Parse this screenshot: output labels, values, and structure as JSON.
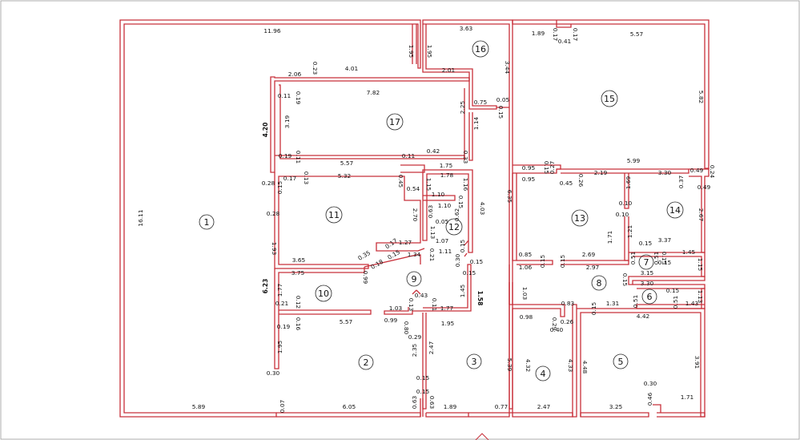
{
  "rooms": [
    {
      "id": "r1",
      "label": "1"
    },
    {
      "id": "r2",
      "label": "2"
    },
    {
      "id": "r3",
      "label": "3"
    },
    {
      "id": "r4",
      "label": "4"
    },
    {
      "id": "r5",
      "label": "5"
    },
    {
      "id": "r6",
      "label": "6"
    },
    {
      "id": "r7",
      "label": "7"
    },
    {
      "id": "r8",
      "label": "8"
    },
    {
      "id": "r9",
      "label": "9"
    },
    {
      "id": "r10",
      "label": "10"
    },
    {
      "id": "r11",
      "label": "11"
    },
    {
      "id": "r12",
      "label": "12"
    },
    {
      "id": "r13",
      "label": "13"
    },
    {
      "id": "r14",
      "label": "14"
    },
    {
      "id": "r15",
      "label": "15"
    },
    {
      "id": "r16",
      "label": "16"
    },
    {
      "id": "r17",
      "label": "17"
    }
  ],
  "dimensions": {
    "d_11_96": "11.96",
    "d_16_11": "16.11",
    "d_5_89": "5.89",
    "d_0_07": "0.07",
    "d_6_05": "6.05",
    "d_0_63a": "0.63",
    "d_0_63b": "0.63",
    "d_1_89b": "1.89",
    "d_0_77": "0.77",
    "d_2_47b": "2.47",
    "d_3_25": "3.25",
    "d_0_46": "0.46",
    "d_1_71b": "1.71",
    "d_0_30b": "0.30",
    "d_3_91": "3.91",
    "d_4_42": "4.42",
    "d_1_43": "1.43",
    "d_1_13": "1.13",
    "d_1_31": "1.31",
    "d_0_51a": "0.51",
    "d_0_15c": "0.15",
    "d_0_51b": "0.51",
    "d_3_30b": "3.30",
    "d_3_15": "3.15",
    "d_0_51c": "0.51",
    "d_0_51d": "0.51",
    "d_1_15": "1.15",
    "d_1_45": "1.45",
    "d_3_37": "3.37",
    "d_2_67": "2.67",
    "d_0_49a": "0.49",
    "d_0_49b": "0.49",
    "d_0_37": "0.37",
    "d_0_24": "0.24",
    "d_3_30a": "3.30",
    "d_5_99": "5.99",
    "d_5_82": "5.82",
    "d_5_57b": "5.57",
    "d_1_89a": "1.89",
    "d_0_17b": "0.17",
    "d_0_41": "0.41",
    "d_0_17c": "0.17",
    "d_3_63": "3.63",
    "d_1_95a": "1.95",
    "d_1_95b": "1.95",
    "d_2_01": "2.01",
    "d_3_44": "3.44",
    "d_0_75": "0.75",
    "d_0_05a": "0.05",
    "d_0_15a": "0.15",
    "d_2_25": "2.25",
    "d_1_14": "1.14",
    "d_4_01": "4.01",
    "d_2_06": "2.06",
    "d_0_23": "0.23",
    "d_7_82": "7.82",
    "d_0_11a": "0.11",
    "d_0_19a": "0.19",
    "d_3_19": "3.19",
    "d_4_20": "4.20",
    "d_0_19b": "0.19",
    "d_0_11b": "0.11",
    "d_5_57a": "5.57",
    "d_0_11c": "0.11",
    "d_0_42": "0.42",
    "d_0_33": "0.33",
    "d_1_75": "1.75",
    "d_0_28a": "0.28",
    "d_0_15b": "0.15",
    "d_0_17a": "0.17",
    "d_0_13": "0.13",
    "d_5_32": "5.32",
    "d_0_45a": "0.45",
    "d_0_54": "0.54",
    "d_1_78": "1.78",
    "d_1_15a": "1.15",
    "d_1_16": "1.16",
    "d_4_03": "4.03",
    "d_1_10a": "1.10",
    "d_1_10b": "1.10",
    "d_0_15d": "0.15",
    "d_0_63c": "0.63",
    "d_0_62": "0.62",
    "d_2_70": "2.70",
    "d_1_13a": "1.13",
    "d_0_05b": "0.05",
    "d_0_28b": "0.28",
    "d_1_93": "1.93",
    "d_1_07": "1.07",
    "d_1_27": "1.27",
    "d_0_17d": "0.17",
    "d_1_11": "1.11",
    "d_1_34": "1.34",
    "d_0_15e": "0.15",
    "d_0_21a": "0.21",
    "d_0_30a": "0.30",
    "d_0_15f": "0.15",
    "d_3_65": "3.65",
    "d_0_35": "0.35",
    "d_3_75": "3.75",
    "d_0_18": "0.18",
    "d_0_99a": "0.99",
    "d_0_15g": "0.15",
    "d_6_23": "6.23",
    "d_1_77a": "1.77",
    "d_0_21b": "0.21",
    "d_0_12": "0.12",
    "d_0_43": "0.43",
    "d_1_03a": "1.03",
    "d_0_13b": "0.13",
    "d_0_11d": "0.11",
    "d_1_77b": "1.77",
    "d_1_45b": "1.45",
    "d_1_58": "1.58",
    "d_0_19c": "0.19",
    "d_0_16": "0.16",
    "d_5_57c": "5.57",
    "d_0_99b": "0.99",
    "d_0_80": "0.80",
    "d_1_95c": "1.95",
    "d_0_29": "0.29",
    "d_1_95d": "1.95",
    "d_2_35": "2.35",
    "d_2_47a": "2.47",
    "d_0_30c": "0.30",
    "d_0_15h": "0.15",
    "d_0_15i": "0.15",
    "d_0_95a": "0.95",
    "d_0_15j": "0.15",
    "d_0_27": "0.27",
    "d_0_95b": "0.95",
    "d_0_45b": "0.45",
    "d_0_26a": "0.26",
    "d_2_19": "2.19",
    "d_1_69": "1.69",
    "d_0_10a": "0.10",
    "d_0_10b": "0.10",
    "d_6_35": "6.35",
    "d_1_21": "1.21",
    "d_1_71a": "1.71",
    "d_0_85": "0.85",
    "d_1_06": "1.06",
    "d_0_15k": "0.15",
    "d_2_69": "2.69",
    "d_2_97": "2.97",
    "d_0_15l": "0.15",
    "d_1_03b": "1.03",
    "d_0_83": "0.83",
    "d_0_98": "0.98",
    "d_0_29b": "0.29",
    "d_0_26b": "0.26",
    "d_0_40": "0.40",
    "d_4_32": "4.32",
    "d_4_33": "4.33",
    "d_4_48": "4.48",
    "d_5_39": "5.39",
    "d_0_15m": "0.15",
    "d_0_15n": "0.15",
    "d_0_15o": "0.15"
  }
}
